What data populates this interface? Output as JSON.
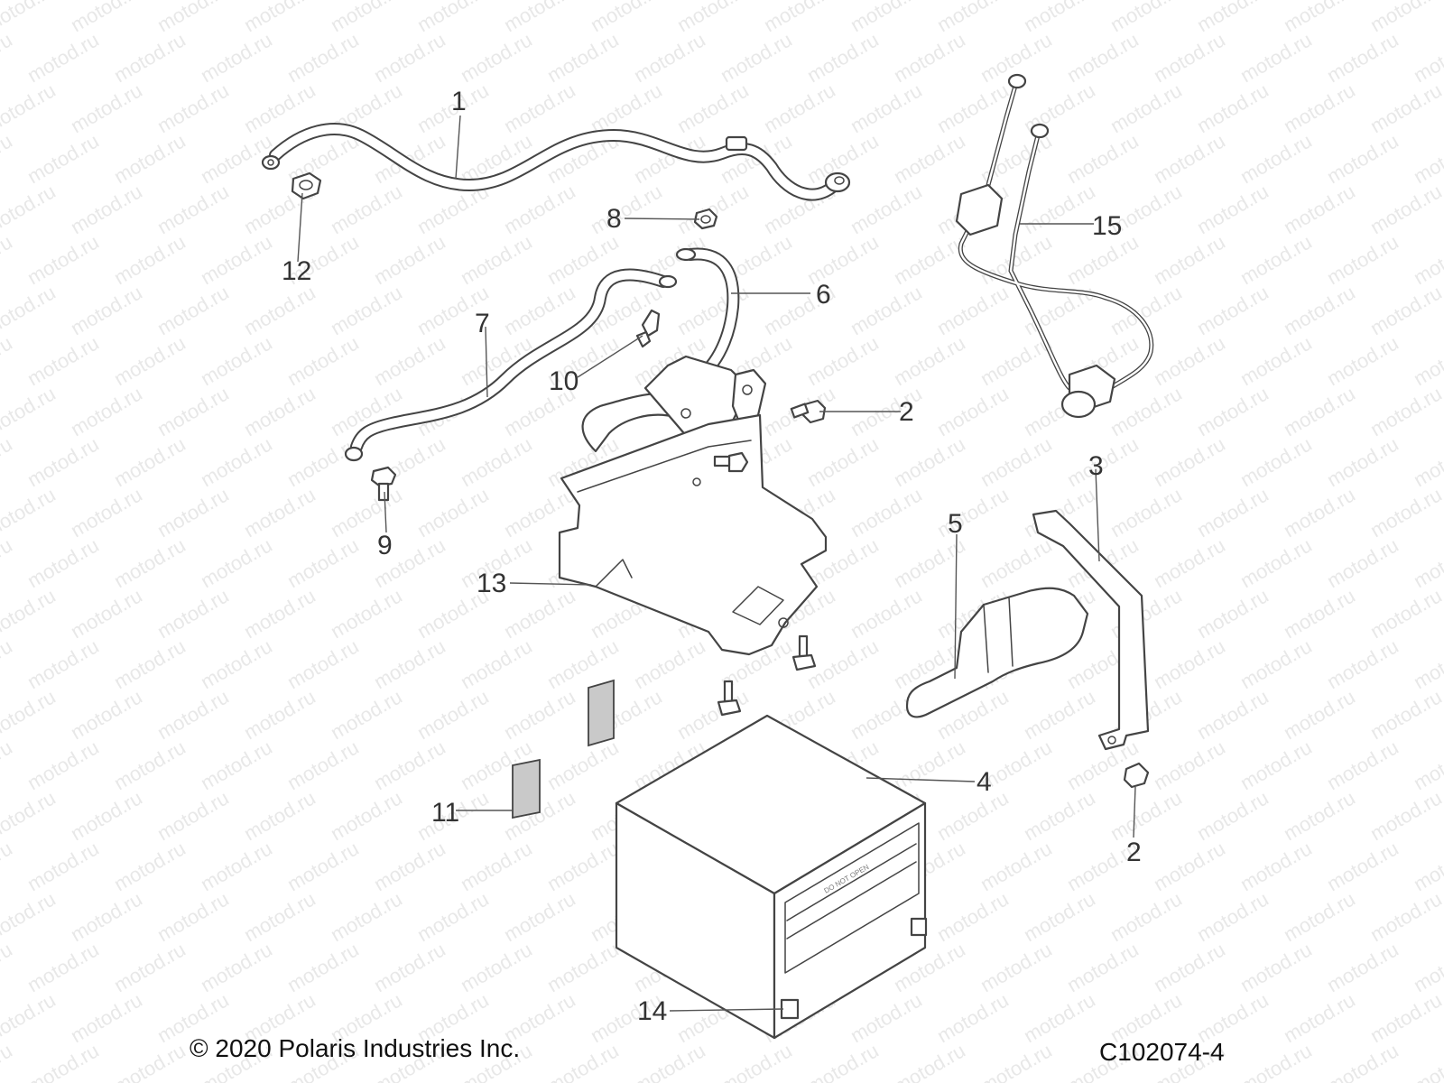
{
  "footer": {
    "copyright": "© 2020 Polaris Industries Inc.",
    "figure_id": "C102074-4"
  },
  "watermark": "motod.ru",
  "callouts": {
    "c1": "1",
    "c2a": "2",
    "c2b": "2",
    "c3": "3",
    "c4": "4",
    "c5": "5",
    "c6": "6",
    "c7": "7",
    "c8": "8",
    "c9": "9",
    "c10": "10",
    "c11": "11",
    "c12": "12",
    "c13": "13",
    "c14": "14",
    "c15": "15"
  }
}
